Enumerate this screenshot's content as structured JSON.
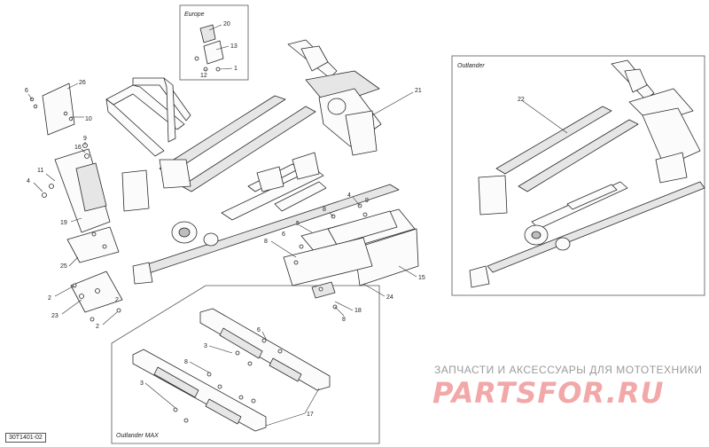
{
  "panels": {
    "europe": {
      "title": "Europe"
    },
    "outlander": {
      "title": "Outlander"
    },
    "outlander_max": {
      "title": "Outlander MAX"
    }
  },
  "callouts": {
    "c1": "1",
    "c2a": "2",
    "c2b": "2",
    "c2c": "2",
    "c3a": "3",
    "c3b": "3",
    "c4a": "4",
    "c4b": "4",
    "c5": "5",
    "c6a": "6",
    "c6b": "6",
    "c8a": "8",
    "c8b": "8",
    "c8c": "8",
    "c8d": "8",
    "c9a": "9",
    "c9b": "9",
    "c10": "10",
    "c11": "11",
    "c12": "12",
    "c13": "13",
    "c15": "15",
    "c16": "16",
    "c17": "17",
    "c18": "18",
    "c19": "19",
    "c20": "20",
    "c21": "21",
    "c22": "22",
    "c23": "23",
    "c24": "24",
    "c25": "25",
    "c26": "26"
  },
  "watermark": {
    "tagline": "ЗАПЧАСТИ И АКСЕССУАРЫ ДЛЯ МОТОТЕХНИКИ",
    "logo": "PARTSFOR.RU",
    "logo_color": "#f2a8a8"
  },
  "doc_number": "30T1401-02"
}
